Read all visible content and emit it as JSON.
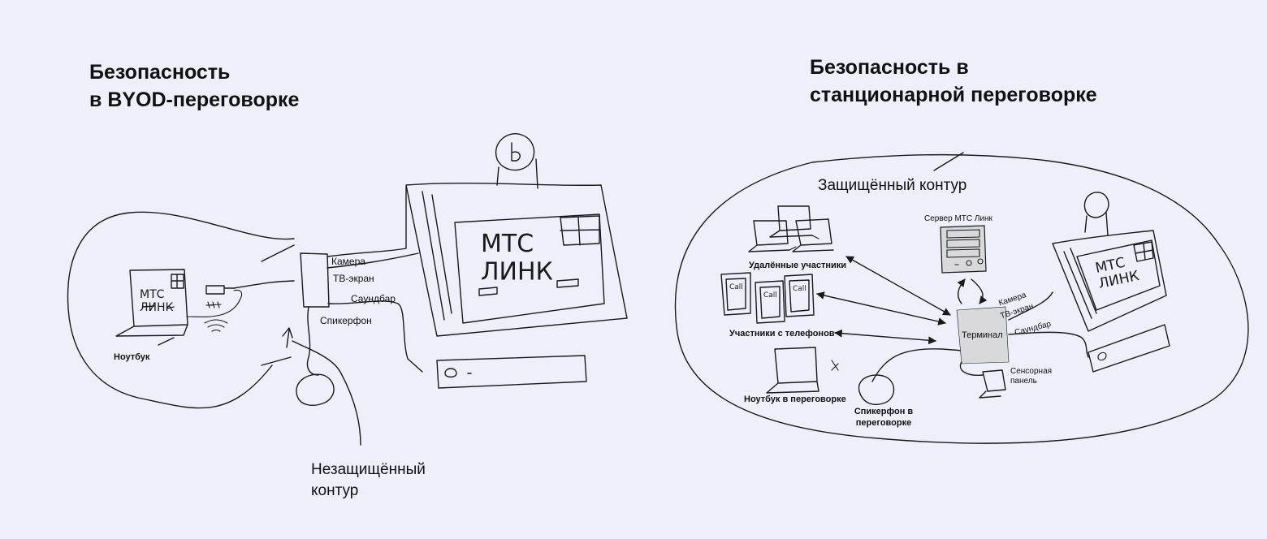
{
  "left": {
    "title": "Безопасность\nв BYOD-переговорке",
    "screen_brand": "МТС\nЛИНК",
    "laptop_brand": "МТС\nЛИНК",
    "labels": {
      "camera": "Камера",
      "tv_screen": "ТВ-экран",
      "soundbar": "Саундбар",
      "speakerphone": "Спикерфон",
      "laptop": "Ноутбук",
      "zone": "Незащищённый\nконтур"
    }
  },
  "right": {
    "title": "Безопасность в\nстанционарной переговорке",
    "zone": "Защищённый контур",
    "screen_brand": "МТС\nЛИНК",
    "phone_text": "Call",
    "labels": {
      "remote": "Удалённые участники",
      "phones": "Участники с телефонов",
      "laptop": "Ноутбук в переговорке",
      "speakerphone": "Спикерфон в\nпереговорке",
      "server": "Сервер МТС Линк",
      "terminal": "Терминал",
      "camera": "Камера",
      "tv_screen": "ТВ-экран",
      "soundbar": "Саундбар",
      "touch_panel": "Сенсорная\nпанель"
    }
  },
  "colors": {
    "background": "#eeeffb",
    "ink": "#1a1a1a",
    "terminal_fill": "#d9d9dc",
    "server_fill": "#d9d9dc"
  },
  "icons": [
    "webcam-icon",
    "tv-screen-icon",
    "soundbar-icon",
    "laptop-icon",
    "speakerphone-icon",
    "phone-icon",
    "server-icon",
    "touch-panel-icon",
    "arrow-icon"
  ]
}
